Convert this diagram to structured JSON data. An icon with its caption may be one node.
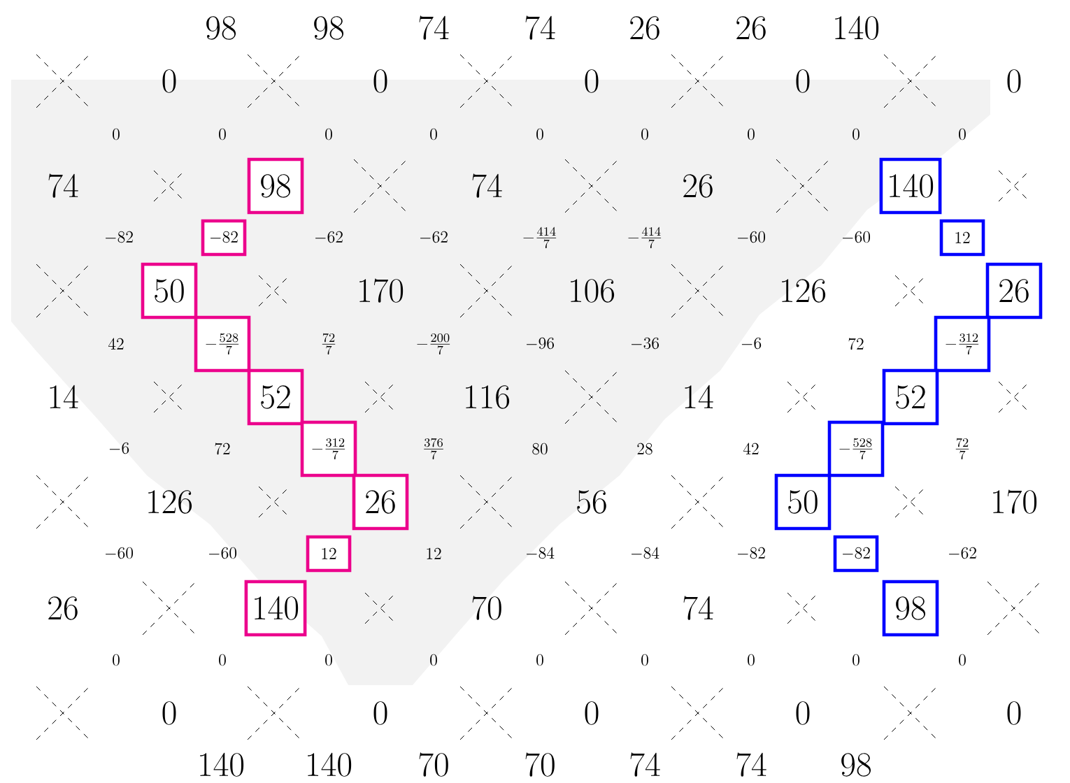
{
  "diagram": {
    "nodes": [
      {
        "text": [
          "98"
        ]
      },
      {
        "text": [
          "140"
        ]
      },
      {
        "text": [
          "-82"
        ]
      },
      {
        "text": [
          "12"
        ]
      },
      {
        "text": [
          "50"
        ]
      },
      {
        "text": [
          "26"
        ]
      },
      {
        "text": [
          "-\\frac{528}{7}"
        ]
      },
      {
        "text": [
          "-\\frac{312}{7}"
        ]
      },
      {
        "text": [
          "52"
        ]
      },
      {
        "text": [
          "52"
        ]
      },
      {
        "text": [
          "-\\frac{312}{7}"
        ]
      },
      {
        "text": [
          "-\\frac{528}{7}"
        ]
      },
      {
        "text": [
          "26"
        ]
      },
      {
        "text": [
          "50"
        ]
      },
      {
        "text": [
          "12"
        ]
      },
      {
        "text": [
          "-82"
        ]
      },
      {
        "text": [
          "140"
        ]
      },
      {
        "text": [
          "98"
        ]
      }
    ],
    "labels": [
      "98",
      "98",
      "74",
      "74",
      "26",
      "26",
      "140",
      "0",
      "0",
      "0",
      "0",
      "0",
      "0",
      "0",
      "0",
      "0",
      "0",
      "0",
      "0",
      "0",
      "0",
      "74",
      "74",
      "26",
      "-82",
      "-62",
      "-62",
      "-\\frac{414}{7}",
      "-\\frac{414}{7}",
      "-60",
      "-60",
      "170",
      "106",
      "126",
      "42",
      "\\frac{72}{7}",
      "-\\frac{200}{7}",
      "-96",
      "-36",
      "-6",
      "72",
      "14",
      "116",
      "14",
      "-6",
      "72",
      "\\frac{376}{7}",
      "80",
      "28",
      "42",
      "\\frac{72}{7}",
      "126",
      "56",
      "170",
      "-60",
      "-60",
      "12",
      "-84",
      "-84",
      "-82",
      "-62",
      "26",
      "70",
      "74",
      "0",
      "0",
      "0",
      "0",
      "0",
      "0",
      "0",
      "0",
      "0",
      "0",
      "0",
      "0",
      "0",
      "0",
      "140",
      "140",
      "70",
      "70",
      "74",
      "74",
      "98"
    ]
  }
}
